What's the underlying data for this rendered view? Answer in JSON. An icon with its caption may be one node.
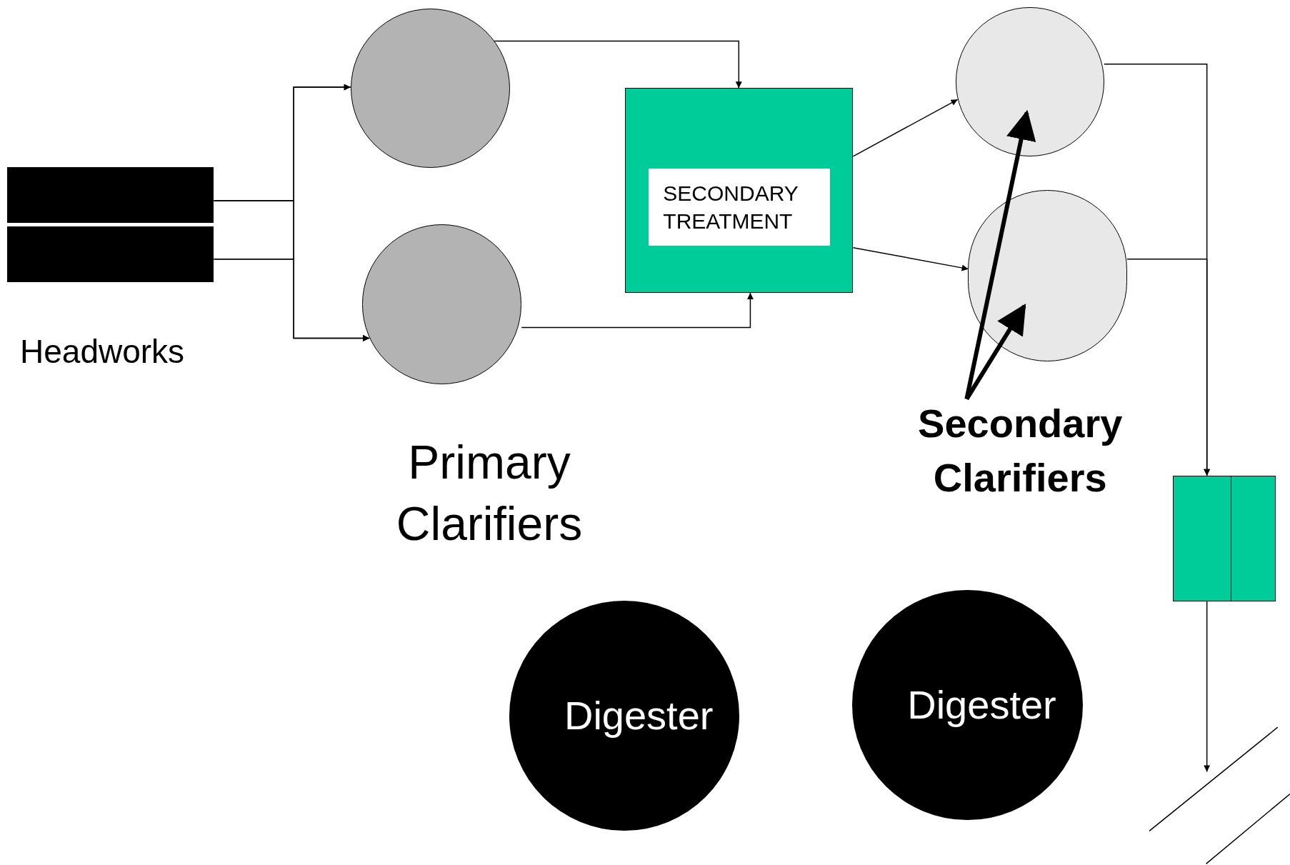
{
  "diagram": {
    "nodes": [
      {
        "text": [],
        "shape": "bar"
      },
      {
        "text": [],
        "shape": "bar"
      },
      {
        "text": [],
        "shape": "circle"
      },
      {
        "text": [],
        "shape": "circle"
      },
      {
        "text": [
          "SECONDARY TREATMENT"
        ]
      },
      {
        "text": [],
        "shape": "circle"
      },
      {
        "text": [],
        "shape": "circle"
      },
      {
        "text": [],
        "shape": "box"
      },
      {
        "text": [
          "Digester"
        ]
      },
      {
        "text": [
          "Digester"
        ]
      },
      {
        "text": [
          "Secondary Clarifiers"
        ]
      }
    ],
    "edges": [
      {
        "from": 0,
        "to": 2,
        "arrow": "to"
      },
      {
        "from": 0,
        "to": 3,
        "arrow": "to"
      },
      {
        "from": 1,
        "to": 2,
        "arrow": "to"
      },
      {
        "from": 1,
        "to": 3,
        "arrow": "to"
      },
      {
        "from": 2,
        "to": 4,
        "arrow": "to"
      },
      {
        "from": 3,
        "to": 4,
        "arrow": "to"
      },
      {
        "from": 4,
        "to": 5,
        "arrow": "to"
      },
      {
        "from": 4,
        "to": 6,
        "arrow": "to"
      },
      {
        "from": 5,
        "to": 7,
        "arrow": "to"
      },
      {
        "from": 6,
        "to": 7,
        "arrow": "to"
      },
      {
        "from": 7,
        "to": null,
        "arrow": "to"
      },
      {
        "from": 10,
        "to": 5,
        "arrow": "to",
        "style": "thick"
      },
      {
        "from": 10,
        "to": 6,
        "arrow": "to",
        "style": "thick"
      }
    ],
    "labels": [
      "Headworks",
      "Primary Clarifiers"
    ]
  }
}
